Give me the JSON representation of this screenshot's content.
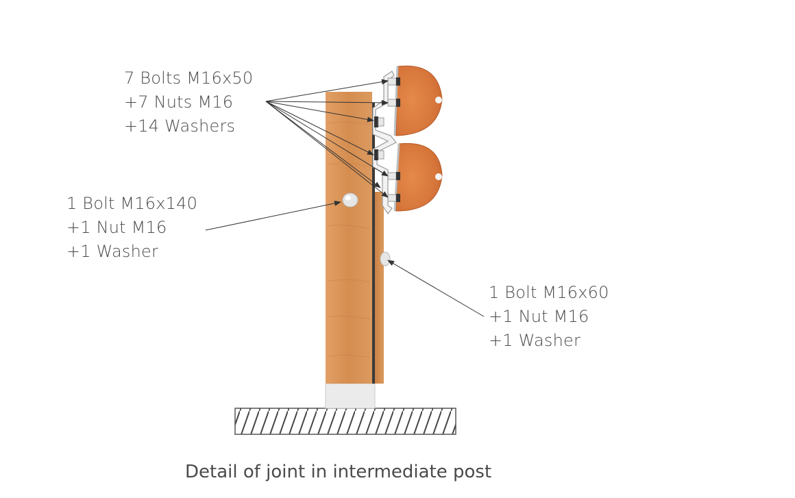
{
  "callouts": {
    "seven_bolts": {
      "line1": "7 Bolts M16x50",
      "line2": "+7 Nuts M16",
      "line3": "+14 Washers"
    },
    "bolt_140": {
      "line1": "1 Bolt M16x140",
      "line2": "+1 Nut M16",
      "line3": "+1 Washer"
    },
    "bolt_60": {
      "line1": "1 Bolt M16x60",
      "line2": "+1 Nut M16",
      "line3": "+1 Washer"
    }
  },
  "caption": "Detail of joint in intermediate post",
  "colors": {
    "wood": "#d9955a",
    "wood_dark": "#c47a3e",
    "rail": "#d8783a",
    "steel": "#e8e8e8",
    "text": "#4a4a4a",
    "leader": "#333333"
  }
}
